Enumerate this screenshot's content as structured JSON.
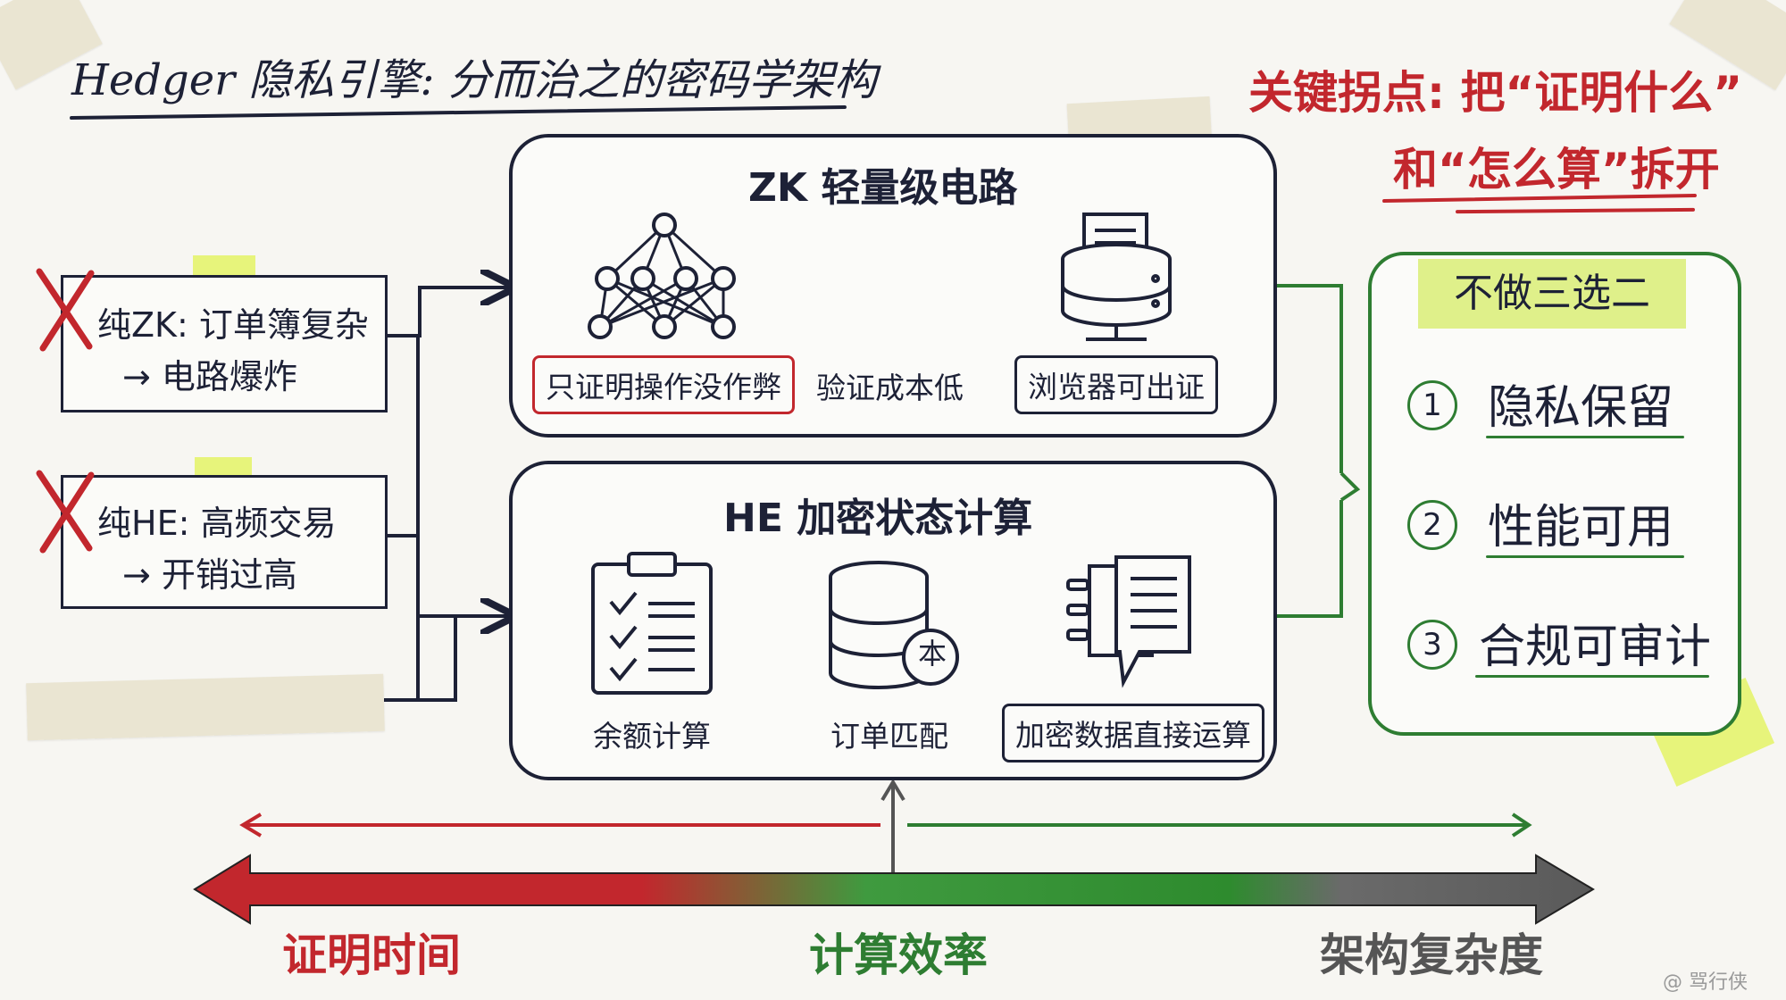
{
  "title": "Hedger 隐私引擎: 分而治之的密码学架构",
  "key_point": {
    "line1": "关键拐点: 把“证明什么”",
    "line2": "和“怎么算”拆开"
  },
  "left": {
    "zk": {
      "line1": "纯ZK: 订单簿复杂",
      "line2": "→ 电路爆炸"
    },
    "he": {
      "line1": "纯HE: 高频交易",
      "line2": "→ 开销过高"
    }
  },
  "zk_panel": {
    "title": "ZK 轻量级电路",
    "label1": "只证明操作没作弊",
    "label2": "验证成本低",
    "label3": "浏览器可出证"
  },
  "he_panel": {
    "title": "HE 加密状态计算",
    "label1": "余额计算",
    "label2": "订单匹配",
    "label3": "加密数据直接运算",
    "db_badge": "本"
  },
  "right": {
    "heading": "不做三选二",
    "items": [
      {
        "num": "1",
        "text": "隐私保留"
      },
      {
        "num": "2",
        "text": "性能可用"
      },
      {
        "num": "3",
        "text": "合规可审计"
      }
    ]
  },
  "bottom": {
    "proof_time": "证明时间",
    "compute_eff": "计算效率",
    "complexity": "架构复杂度"
  },
  "watermark": "@ 骂行侠",
  "colors": {
    "ink": "#1d2136",
    "red": "#c2272d",
    "green": "#2e7d32",
    "gray": "#5a5a5a",
    "sticky": "#e7f47b"
  }
}
